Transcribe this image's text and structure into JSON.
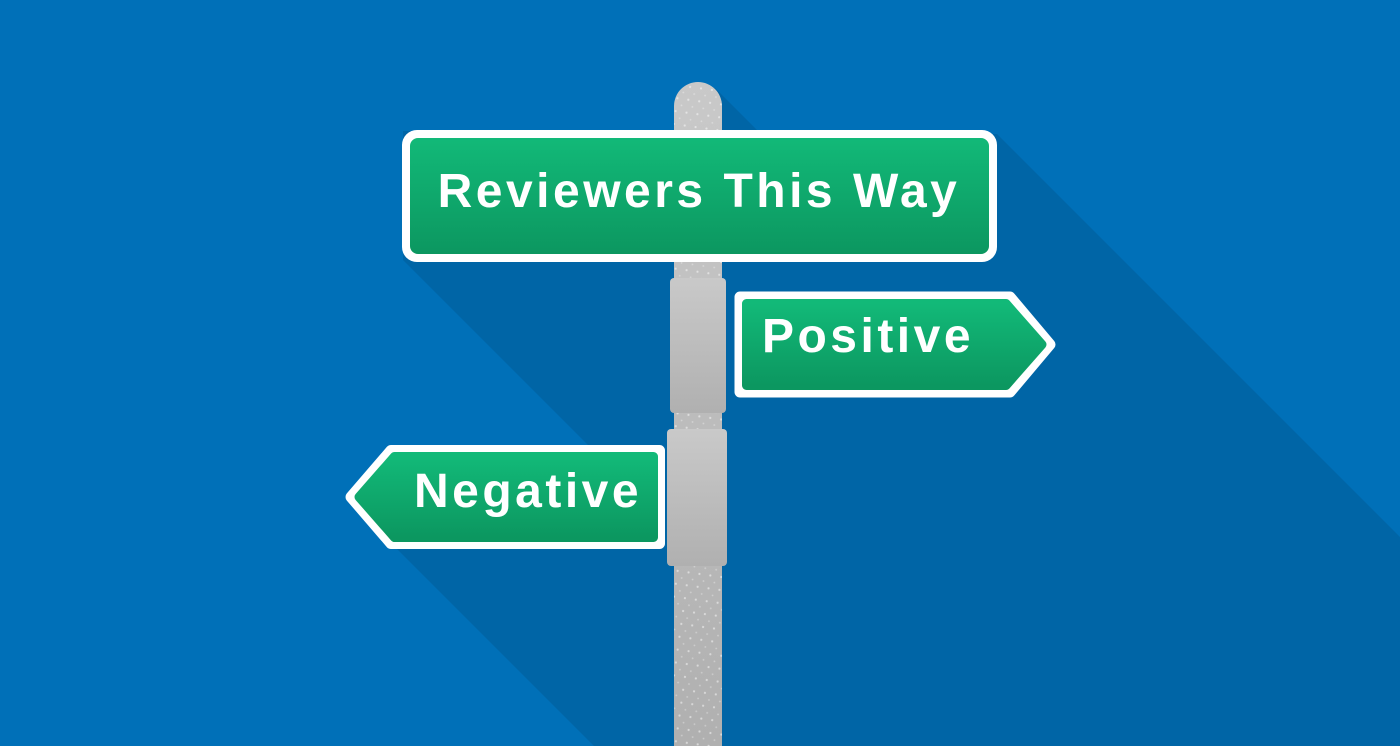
{
  "illustration": {
    "signs": {
      "main": {
        "label": "Reviewers This Way"
      },
      "right": {
        "label": "Positive",
        "arrow_direction": "right"
      },
      "left": {
        "label": "Negative",
        "arrow_direction": "left"
      }
    },
    "colors": {
      "background": "#0070b8",
      "long_shadow": "#0065a6",
      "sign_green_top": "#12b978",
      "sign_green_bottom": "#0c9760",
      "sign_border": "#ffffff",
      "sign_text": "#ffffff",
      "pole_light": "#c9c9c9",
      "pole_dark": "#b0b0b0",
      "pole_speckle": "#ffffff"
    }
  }
}
